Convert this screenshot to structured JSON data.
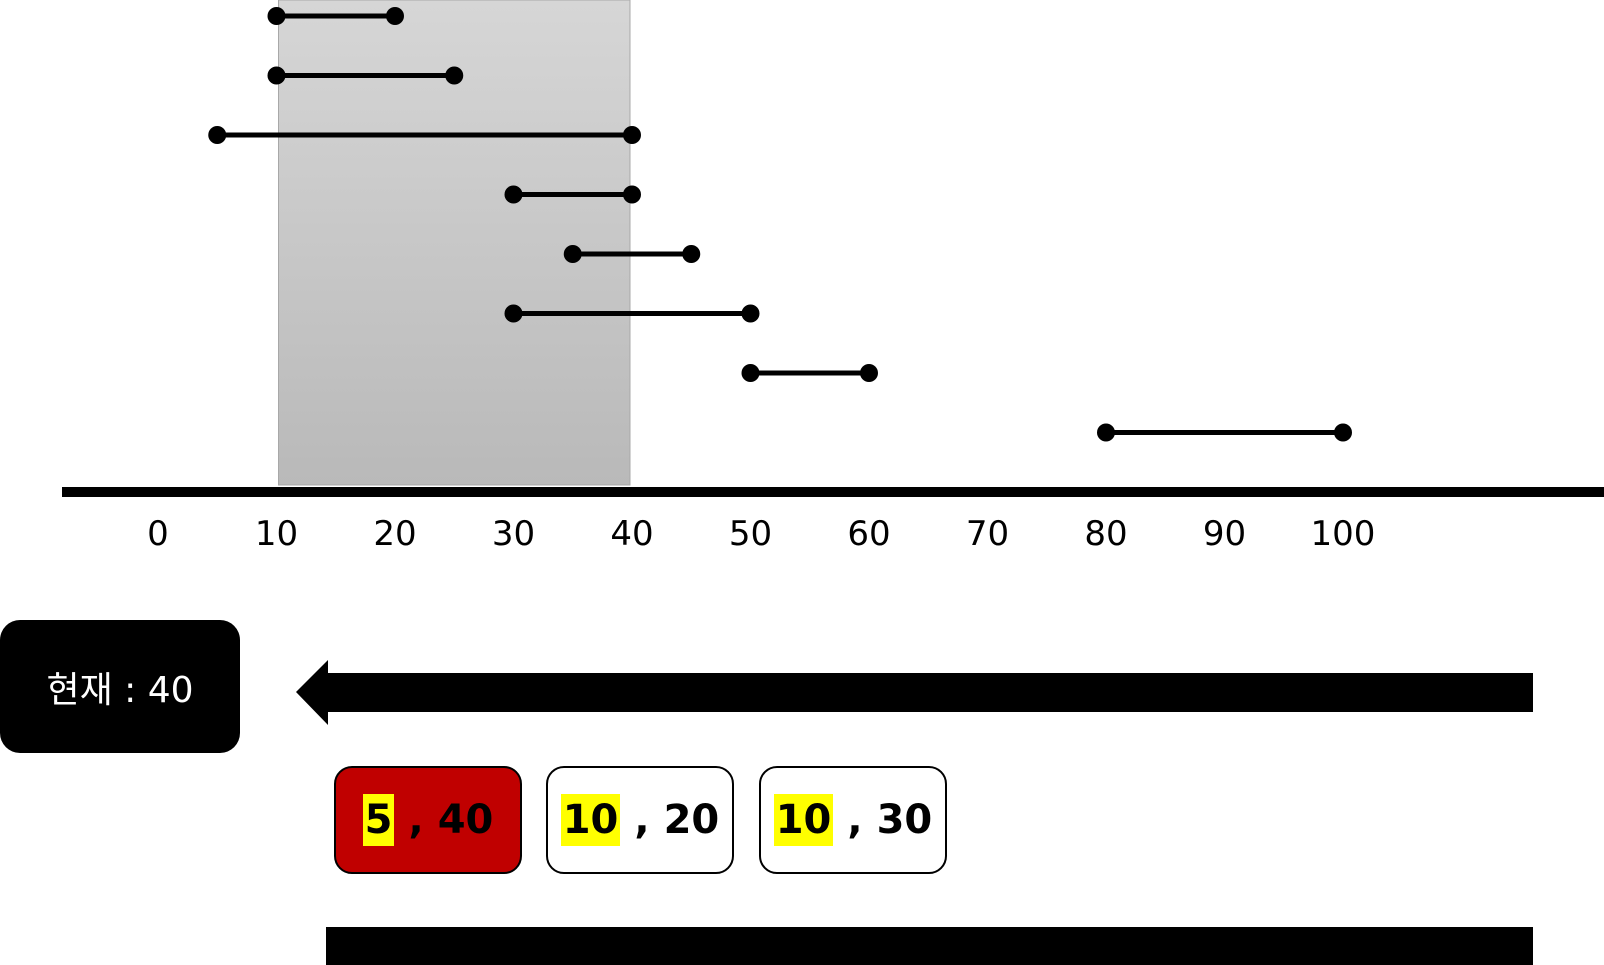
{
  "axis": {
    "ticks": [
      "0",
      "10",
      "20",
      "30",
      "40",
      "50",
      "60",
      "70",
      "80",
      "90",
      "100"
    ]
  },
  "highlight_range": [
    10,
    40
  ],
  "intervals": [
    {
      "start": 10,
      "end": 20
    },
    {
      "start": 10,
      "end": 25
    },
    {
      "start": 5,
      "end": 40
    },
    {
      "start": 30,
      "end": 40
    },
    {
      "start": 35,
      "end": 45
    },
    {
      "start": 30,
      "end": 50
    },
    {
      "start": 50,
      "end": 60
    },
    {
      "start": 80,
      "end": 100
    }
  ],
  "current": {
    "label": "현재 : 40"
  },
  "queue": [
    {
      "first": "5",
      "second": "40",
      "color": "#c00000"
    },
    {
      "first": "10",
      "second": "20",
      "color": "#ffffff"
    },
    {
      "first": "10",
      "second": "30",
      "color": "#ffffff"
    }
  ],
  "separator": ",",
  "colors": {
    "highlight": "#ffff00",
    "shade": "#c8c8c8",
    "active": "#c00000"
  }
}
